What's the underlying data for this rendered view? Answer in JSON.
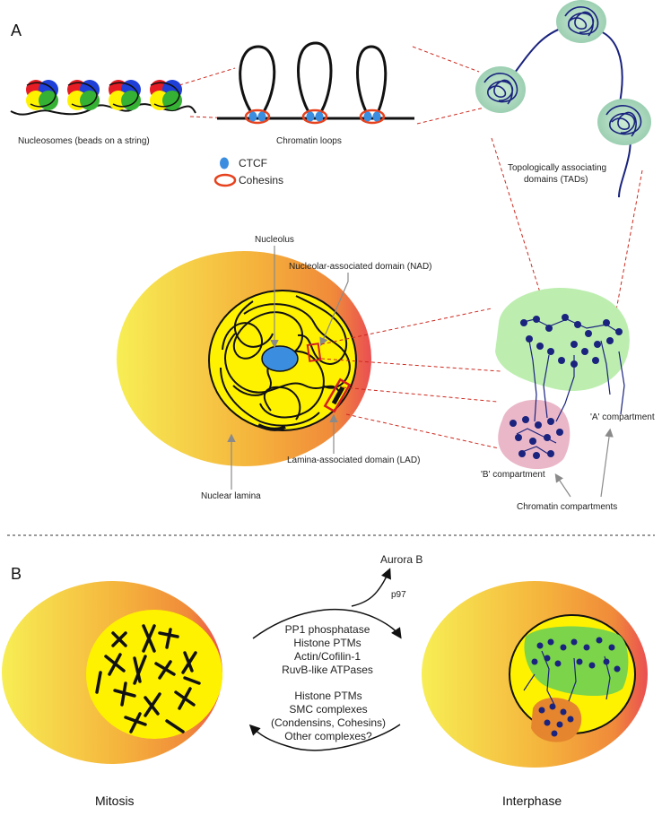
{
  "panel_a": {
    "letter": "A",
    "nucleosomes_label": "Nucleosomes (beads on a string)",
    "loops_label": "Chromatin loops",
    "legend": {
      "ctcf": "CTCF",
      "cohesins": "Cohesins",
      "ctcf_color": "#3b8de0",
      "cohesin_color": "#e6421e"
    },
    "tads_label_line1": "Topologically associating",
    "tads_label_line2": "domains (TADs)",
    "nucleolus_label": "Nucleolus",
    "nad_label": "Nucleolar-associated domain (NAD)",
    "lad_label": "Lamina-associated domain (LAD)",
    "lamina_label": "Nuclear lamina",
    "a_compartment": "'A' compartment",
    "b_compartment": "'B' compartment",
    "compartments_label": "Chromatin compartments"
  },
  "panel_b": {
    "letter": "B",
    "aurora": "Aurora B",
    "p97": "p97",
    "forward_factors": [
      "PP1 phosphatase",
      "Histone PTMs",
      "Actin/Cofilin-1",
      "RuvB-like ATPases"
    ],
    "reverse_factors": [
      "Histone PTMs",
      "SMC complexes",
      "(Condensins, Cohesins)",
      "Other complexes?"
    ],
    "mitosis_label": "Mitosis",
    "interphase_label": "Interphase"
  },
  "colors": {
    "cell_yellow": "#f7e94a",
    "cell_orange": "#f3a23a",
    "cell_red": "#ec5a4f",
    "nucleus_yellow": "#fff200",
    "a_comp_green": "#bdeeb0",
    "b_comp_pink": "#eab7c8",
    "chromatin_blue": "#1a237e",
    "dash_red": "#cc2a1f",
    "tad_green": "#a9d8b8"
  }
}
